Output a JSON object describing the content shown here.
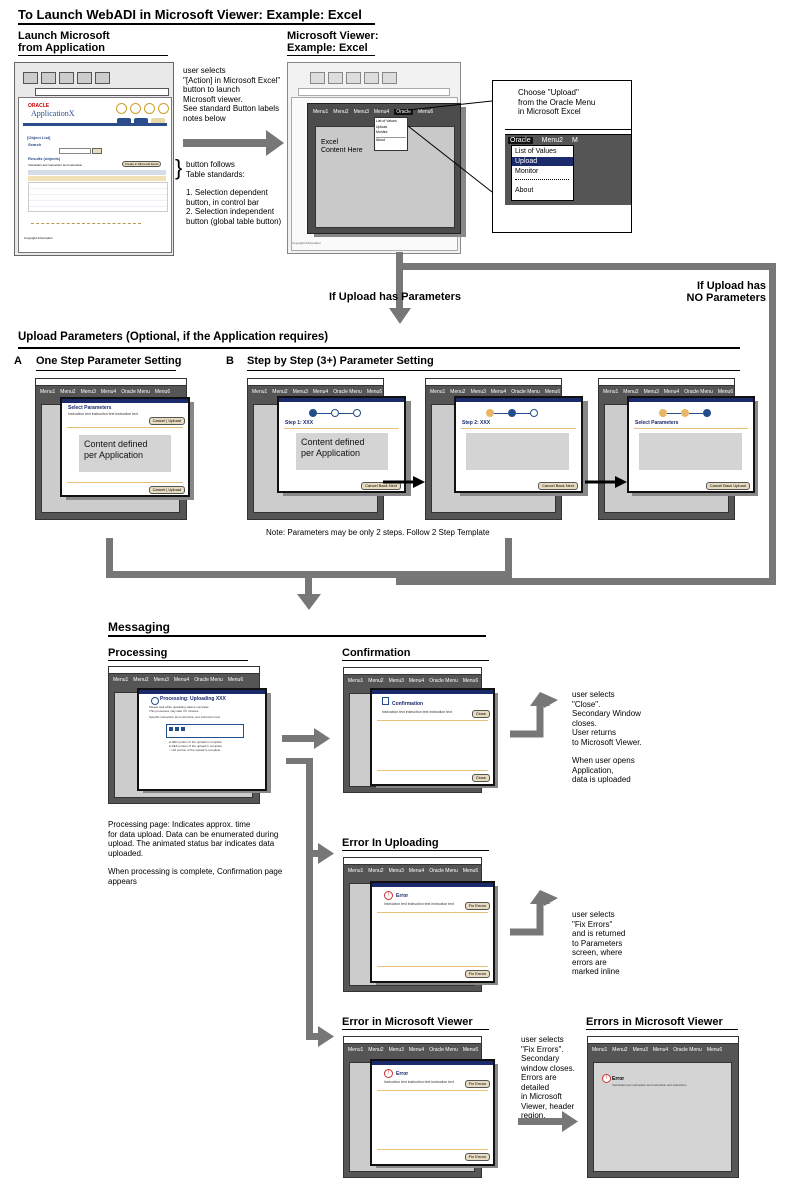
{
  "title": "To Launch WebADI in Microsoft Viewer: Example: Excel",
  "launch": {
    "heading": [
      "Launch Microsoft",
      "from Application"
    ],
    "oracle": "ORACLE",
    "app": "ApplicationX",
    "object_list": "[Object List]",
    "search": "Search",
    "results": "Results (objects)",
    "instruction": "Instruction text instruction text instruction",
    "create_btn": "Create in Microsoft Excel",
    "copyright": "Copyright Information"
  },
  "launch_note": [
    "user selects",
    "\"[Action] in Microsoft Excel\"",
    "button to launch",
    "Microsoft viewer.",
    "See standard Button labels",
    "notes below"
  ],
  "brace_note": [
    "button follows",
    "Table standards:",
    "",
    "1. Selection dependent",
    "button, in control bar",
    "2. Selection independent",
    "button (global table button)"
  ],
  "viewer": {
    "heading": [
      "Microsoft Viewer:",
      "Example: Excel"
    ],
    "menu": [
      "Menu1",
      "Menu2",
      "Menu3",
      "Menu4",
      "Oracle",
      "Menu6"
    ],
    "content": [
      "Excel",
      "Content Here"
    ],
    "dropdown": [
      "List of Values",
      "Upload",
      "Monitor",
      "About"
    ],
    "copyright": "Copyright Information"
  },
  "callout": {
    "note": [
      "Choose \"Upload\"",
      "from the Oracle Menu",
      "in Microsoft Excel"
    ],
    "menu": [
      "Oracle",
      "Menu2",
      "M"
    ],
    "items": [
      "List of Values",
      "Upload",
      "Monitor",
      "About"
    ]
  },
  "labels": {
    "if_params": "If Upload has Parameters",
    "if_no_params": [
      "If Upload has",
      "NO Parameters"
    ],
    "upload_params": "Upload Parameters (Optional, if the Application requires)",
    "a_letter": "A",
    "a_title": "One Step Parameter Setting",
    "b_letter": "B",
    "b_title": "Step by Step (3+) Parameter Setting",
    "note2step": "Note: Parameters may be only 2 steps. Follow 2 Step Template",
    "messaging": "Messaging",
    "processing": "Processing",
    "confirmation": "Confirmation",
    "error_uploading": "Error In Uploading",
    "error_viewer": "Error in Microsoft Viewer",
    "errors_viewer": "Errors in Microsoft Viewer"
  },
  "mockmenu": [
    "Menu1",
    "Menu2",
    "Menu3",
    "Menu4",
    "Oracle Menu",
    "Menu6"
  ],
  "params": {
    "a_title": "Select Parameters",
    "a_content": [
      "Content defined",
      "per Application"
    ],
    "cancel": "Cancel",
    "upload": "Upload",
    "back": "Back",
    "next": "Next",
    "step1": "Step 1: XXX",
    "step2": "Step 2: XXX",
    "step3": "Select Parameters",
    "b_content": [
      "Content defined",
      "per Application"
    ]
  },
  "processing": {
    "title": "Processing: Uploading XXX",
    "note": [
      "Processing page: Indicates approx. time",
      "for data upload. Data can be enumerated during",
      "upload. The animated status bar indicates data",
      "uploaded.",
      "",
      "When processing is complete, Confirmation page",
      "appears"
    ]
  },
  "confirm": {
    "title": "Confirmation",
    "close": "Close",
    "note": [
      "user selects",
      "\"Close\".",
      "Secondary Window",
      "closes.",
      "User returns",
      "to Microsoft Viewer.",
      "",
      "When user opens",
      "Application,",
      "data is uploaded"
    ]
  },
  "error": {
    "title": "Error",
    "fix": "Fix Errors",
    "note": [
      "user selects",
      "\"Fix Errors\"",
      "and is returned",
      "to Parameters",
      "screen, where",
      "errors are",
      "marked inline"
    ],
    "viewer_note": [
      "user selects",
      "\"Fix Errors\".",
      "Secondary",
      "window closes.",
      "Errors are",
      "detailed",
      "in Microsoft",
      "Viewer, header",
      "region."
    ]
  }
}
